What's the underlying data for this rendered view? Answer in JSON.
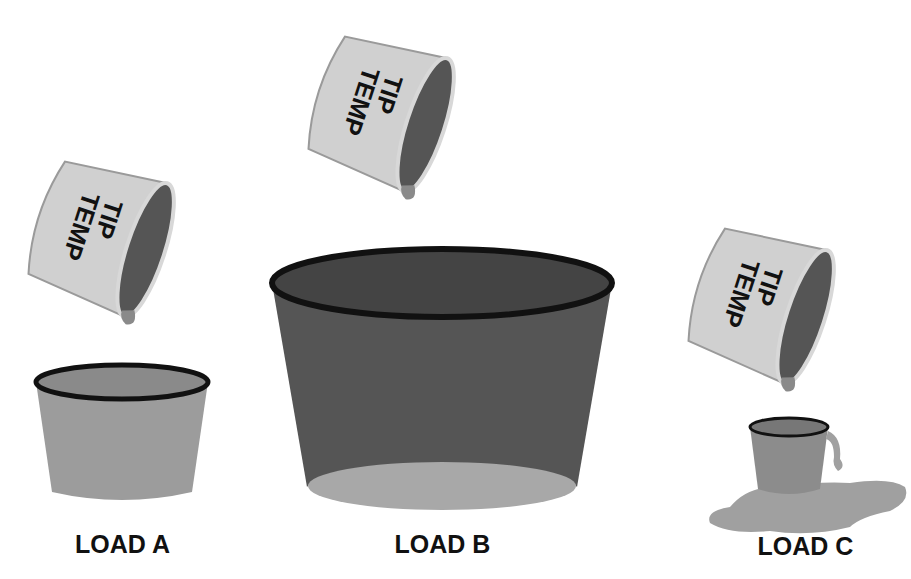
{
  "diagram": {
    "nodes": [
      {
        "text": [
          "TIP TEMP"
        ]
      },
      {
        "text": [
          "TIP TEMP"
        ]
      },
      {
        "text": [
          "TIP TEMP"
        ]
      },
      {
        "text": [
          "LOAD A"
        ]
      },
      {
        "text": [
          "LOAD B"
        ]
      },
      {
        "text": [
          "LOAD C"
        ]
      }
    ]
  }
}
